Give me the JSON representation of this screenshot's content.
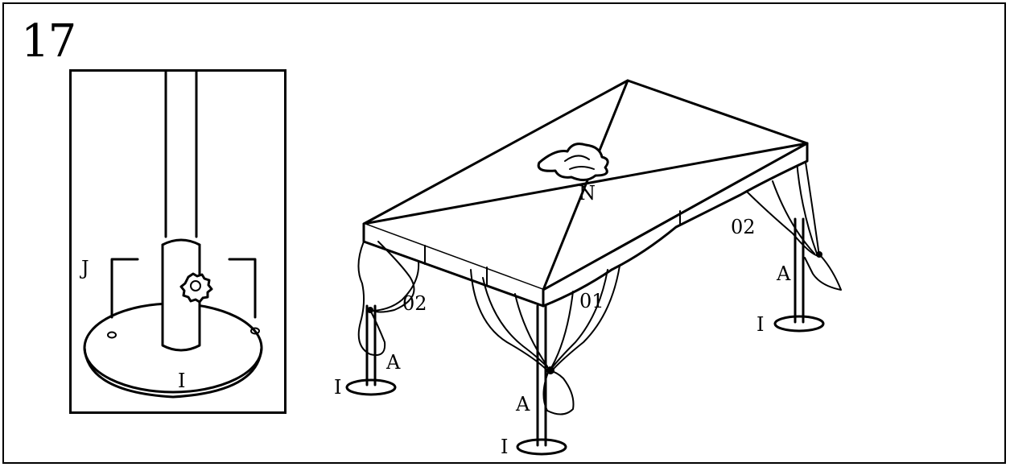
{
  "step": {
    "number": "17"
  },
  "detail": {
    "labels": {
      "bracket": "J",
      "base": "I"
    }
  },
  "gazebo": {
    "labels": {
      "top_cap": "N",
      "curtain_front": "01",
      "curtain_left": "02",
      "curtain_right": "02",
      "tie_left": "A",
      "tie_front": "A",
      "tie_right": "A",
      "base_left": "I",
      "base_front": "I",
      "base_right": "I"
    }
  },
  "colors": {
    "line": "#000000",
    "background": "#ffffff"
  }
}
